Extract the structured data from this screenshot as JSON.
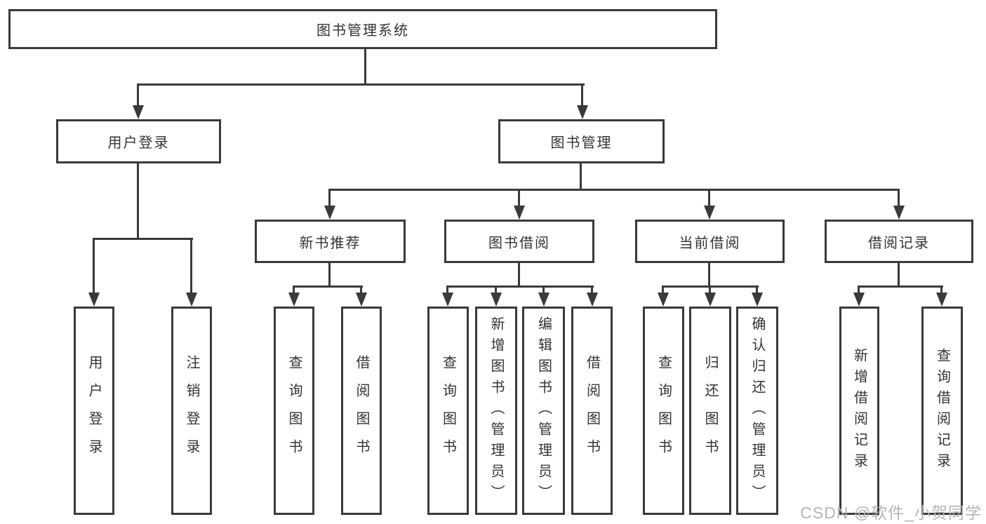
{
  "diagram": {
    "root": "图书管理系统",
    "branches": [
      {
        "label": "用户登录",
        "leaves": [
          "用户登录",
          "注销登录"
        ]
      },
      {
        "label": "图书管理",
        "sections": [
          {
            "label": "新书推荐",
            "leaves": [
              "查询图书",
              "借阅图书"
            ]
          },
          {
            "label": "图书借阅",
            "leaves": [
              "查询图书",
              "新增图书（管理员）",
              "编辑图书（管理员）",
              "借阅图书"
            ]
          },
          {
            "label": "当前借阅",
            "leaves": [
              "查询图书",
              "归还图书",
              "确认归还（管理员）"
            ]
          },
          {
            "label": "借阅记录",
            "leaves": [
              "新增借阅记录",
              "查询借阅记录"
            ]
          }
        ]
      }
    ]
  },
  "watermark": "CSDN @软件_小贺同学",
  "colors": {
    "line": "#3a3a3a",
    "text": "#333333",
    "background": "#ffffff",
    "watermark": "#b5b5b5"
  }
}
